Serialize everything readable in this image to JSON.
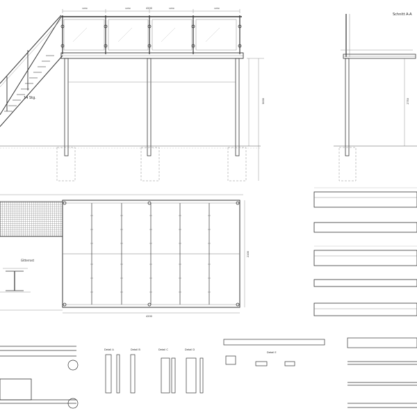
{
  "labels": {
    "stair_label": "14 Stg.",
    "section_title": "Schnitt A-A",
    "grating_label": "Gitterrost",
    "detail_a": "Detail A",
    "detail_b": "Detail B",
    "detail_c": "Detail C",
    "detail_d": "Detail D",
    "detail_e": "Detail E"
  },
  "dimensions": {
    "top_width": "4200",
    "span_1": "1050",
    "span_2": "1050",
    "span_3": "1050",
    "span_4": "1050",
    "height_1": "3000",
    "height_2": "2750",
    "plan_width": "4200",
    "plan_depth": "2100"
  },
  "colors": {
    "line": "#333333",
    "thin": "#777777",
    "light": "#bbbbbb",
    "hatch": "#999999"
  }
}
